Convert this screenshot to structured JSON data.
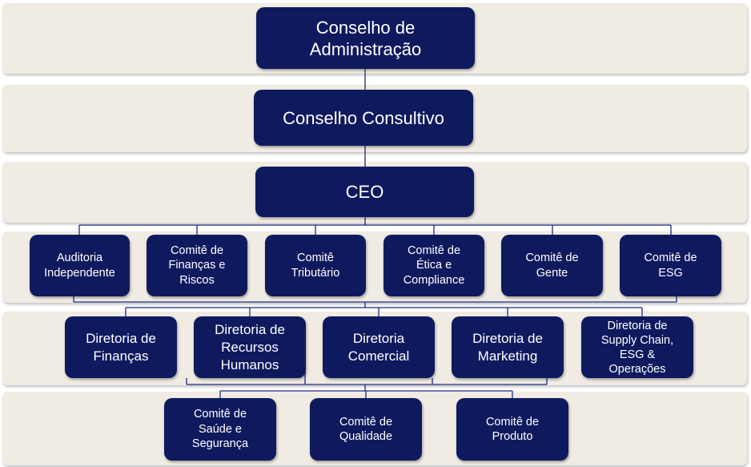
{
  "levels": {
    "board": "Conselho de\nAdministração",
    "advisory": "Conselho Consultivo",
    "ceo": "CEO"
  },
  "committees": [
    "Auditoria\nIndependente",
    "Comitê de\nFinanças e\nRiscos",
    "Comitê\nTributário",
    "Comitê de\nÉtica e\nCompliance",
    "Comitê de\nGente",
    "Comitê de\nESG"
  ],
  "directorates": [
    "Diretoria de\nFinanças",
    "Diretoria de\nRecursos\nHumanos",
    "Diretoria\nComercial",
    "Diretoria de\nMarketing",
    "Diretoria de\nSupply Chain,\nESG &\nOperações"
  ],
  "sub_committees": [
    "Comitê de\nSaúde e\nSegurança",
    "Comitê de\nQualidade",
    "Comitê de\nProduto"
  ],
  "colors": {
    "box": "#0f1a5e",
    "band": "#f0ebe3",
    "line": "#1a2a80"
  }
}
